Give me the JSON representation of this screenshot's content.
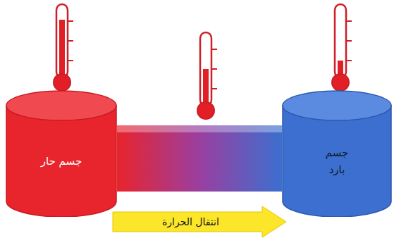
{
  "diagram": {
    "nodes": [
      {
        "text": [
          "جسم حار"
        ]
      },
      {
        "text": [
          "جسم بارد"
        ]
      }
    ],
    "edges": [
      {
        "from": 0,
        "to": 1,
        "arrow": "none"
      }
    ],
    "labels": [
      "انتقال الحرارة"
    ]
  }
}
